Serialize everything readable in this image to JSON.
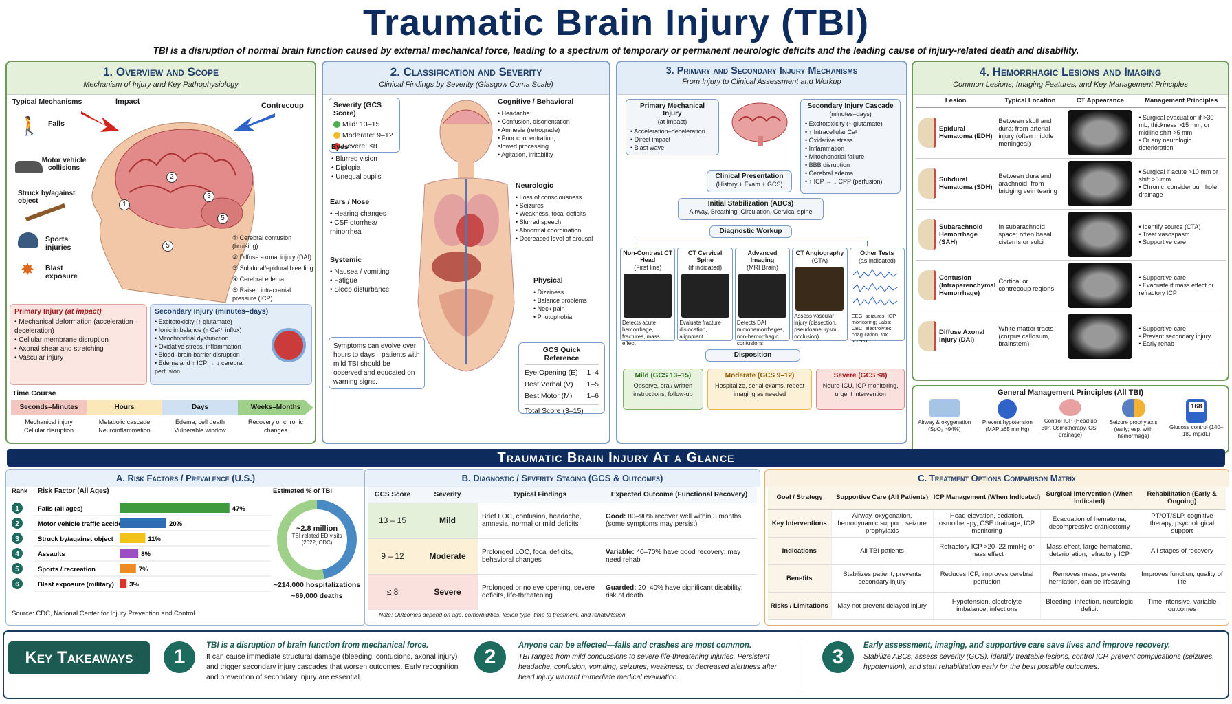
{
  "header": {
    "title": "Traumatic Brain Injury (TBI)",
    "subtitle": "TBI is a disruption of normal brain function caused by external mechanical force, leading to a spectrum of temporary or permanent neurologic deficits and the leading cause of injury-related death and disability."
  },
  "p1": {
    "title": "1. Overview and Scope",
    "subtitle": "Mechanism of Injury and Key Pathophysiology",
    "mech_title": "Typical Mechanisms",
    "impact": "Impact",
    "contrecoup": "Contrecoup",
    "mechanisms": [
      "Falls",
      "Motor vehicle collisions",
      "Struck by/against object",
      "Sports injuries",
      "Blast exposure"
    ],
    "lesions": [
      "Cerebral contusion (bruising)",
      "Diffuse axonal injury (DAI)",
      "Subdural/epidural bleeding",
      "Cerebral edema",
      "Raised intracranial pressure (ICP)"
    ],
    "primary_title": "Primary Injury",
    "primary_sub": "(at impact)",
    "primary_items": [
      "Mechanical deformation (acceleration–deceleration)",
      "Cellular membrane disruption",
      "Axonal shear and stretching",
      "Vascular injury"
    ],
    "secondary_title": "Secondary Injury (minutes–days)",
    "secondary_items": [
      "Excitotoxicity (↑ glutamate)",
      "Ionic imbalance (↑ Ca²⁺ influx)",
      "Mitochondrial dysfunction",
      "Oxidative stress, inflammation",
      "Blood–brain barrier disruption",
      "Edema and ↑ ICP → ↓ cerebral perfusion"
    ],
    "time_title": "Time Course",
    "time_cols": [
      {
        "h": "Seconds–Minutes",
        "l1": "Mechanical injury",
        "l2": "Cellular disruption"
      },
      {
        "h": "Hours",
        "l1": "Metabolic cascade",
        "l2": "Neuroinflammation"
      },
      {
        "h": "Days",
        "l1": "Edema, cell death",
        "l2": "Vulnerable window"
      },
      {
        "h": "Weeks–Months",
        "l1": "Recovery or chronic",
        "l2": "changes"
      }
    ]
  },
  "p2": {
    "title": "2. Classification and Severity",
    "subtitle": "Clinical Findings by Severity (Glasgow Coma Scale)",
    "sev_title": "Severity (GCS Score)",
    "sev": [
      {
        "label": "Mild: 13–15",
        "color": "#4caf50"
      },
      {
        "label": "Moderate: 9–12",
        "color": "#f5b82e"
      },
      {
        "label": "Severe: ≤8",
        "color": "#d9342b"
      }
    ],
    "eyes_title": "Eyes",
    "eyes": [
      "Blurred vision",
      "Diplopia",
      "Unequal pupils"
    ],
    "ears_title": "Ears / Nose",
    "ears": [
      "Hearing changes",
      "CSF otorrhea/ rhinorrhea"
    ],
    "systemic_title": "Systemic",
    "systemic": [
      "Nausea / vomiting",
      "Fatigue",
      "Sleep disturbance"
    ],
    "cog_title": "Cognitive / Behavioral",
    "cog": [
      "Headache",
      "Confusion, disorientation",
      "Amnesia (retrograde)",
      "Poor concentration, slowed processing",
      "Agitation, irritability"
    ],
    "neuro_title": "Neurologic",
    "neuro": [
      "Loss of consciousness",
      "Seizures",
      "Weakness, focal deficits",
      "Slurred speech",
      "Abnormal coordination",
      "Decreased level of arousal"
    ],
    "phys_title": "Physical",
    "phys": [
      "Dizziness",
      "Balance problems",
      "Neck pain",
      "Photophobia"
    ],
    "note": "Symptoms can evolve over hours to days—patients with mild TBI should be observed and educated on warning signs.",
    "gcs_title": "GCS Quick Reference",
    "gcs": [
      {
        "k": "Eye Opening (E)",
        "v": "1–4"
      },
      {
        "k": "Best Verbal (V)",
        "v": "1–5"
      },
      {
        "k": "Best Motor (M)",
        "v": "1–6"
      }
    ],
    "gcs_total": "Total Score (3–15)"
  },
  "p3": {
    "title": "3. Primary and Secondary Injury Mechanisms",
    "subtitle": "From Injury to Clinical Assessment and Workup",
    "prim_title": "Primary Mechanical Injury",
    "prim_sub": "(at impact)",
    "prim_items": [
      "Acceleration–deceleration",
      "Direct impact",
      "Blast wave"
    ],
    "sec_title": "Secondary Injury Cascade",
    "sec_sub": "(minutes–days)",
    "sec_items": [
      "Excitotoxicity (↑ glutamate)",
      "↑ Intracellular Ca²⁺",
      "Oxidative stress",
      "Inflammation",
      "Mitochondrial failure",
      "BBB disruption",
      "Cerebral edema",
      "↑ ICP → ↓ CPP (perfusion)"
    ],
    "clin": "Clinical Presentation",
    "clin_sub": "(History + Exam + GCS)",
    "stab": "Initial Stabilization (ABCs)",
    "stab_sub": "Airway, Breathing, Circulation, Cervical spine",
    "workup": "Diagnostic Workup",
    "tests": [
      {
        "t": "Non-Contrast CT Head",
        "s": "(First line)",
        "d": "Detects acute hemorrhage, fractures, mass effect"
      },
      {
        "t": "CT Cervical Spine",
        "s": "(if indicated)",
        "d": "Evaluate fracture dislocation, alignment"
      },
      {
        "t": "Advanced Imaging",
        "s": "(MRI Brain)",
        "d": "Detects DAI, microhemorrhages, non-hemorrhagic contusions"
      },
      {
        "t": "CT Angiography",
        "s": "(CTA)",
        "d": "Assess vascular injury (dissection, pseudoaneurysm, occlusion)"
      },
      {
        "t": "Other Tests",
        "s": "(as indicated)",
        "d": "EEG: seizures; ICP monitoring; Labs: CBC, electrolytes, coagulation, tox screen"
      }
    ],
    "dispo": "Disposition",
    "disp": [
      {
        "t": "Mild (GCS 13–15)",
        "d": "Observe, oral/ written instructions, follow-up"
      },
      {
        "t": "Moderate (GCS 9–12)",
        "d": "Hospitalize, serial exams, repeat imaging as needed"
      },
      {
        "t": "Severe (GCS ≤8)",
        "d": "Neuro-ICU, ICP monitoring, urgent intervention"
      }
    ]
  },
  "p4": {
    "title": "4. Hemorrhagic Lesions and Imaging",
    "subtitle": "Common Lesions, Imaging Features, and Key Management Principles",
    "cols": [
      "Lesion",
      "Typical Location",
      "CT Appearance",
      "Management Principles"
    ],
    "rows": [
      {
        "lesion": "Epidural Hematoma (EDH)",
        "loc": "Between skull and dura; from arterial injury (often middle meningeal)",
        "mgmt": [
          "Surgical evacuation if >30 mL, thickness >15 mm, or midline shift >5 mm",
          "Or any neurologic deterioration"
        ]
      },
      {
        "lesion": "Subdural Hematoma (SDH)",
        "loc": "Between dura and arachnoid; from bridging vein tearing",
        "mgmt": [
          "Surgical if acute >10 mm or shift >5 mm",
          "Chronic: consider burr hole drainage"
        ]
      },
      {
        "lesion": "Subarachnoid Hemorrhage (SAH)",
        "loc": "In subarachnoid space; often basal cisterns or sulci",
        "mgmt": [
          "Identify source (CTA)",
          "Treat vasospasm",
          "Supportive care"
        ]
      },
      {
        "lesion": "Contusion (Intraparenchymal Hemorrhage)",
        "loc": "Cortical or contrecoup regions",
        "mgmt": [
          "Supportive care",
          "Evacuate if mass effect or refractory ICP"
        ]
      },
      {
        "lesion": "Diffuse Axonal Injury (DAI)",
        "loc": "White matter tracts (corpus callosum, brainstem)",
        "mgmt": [
          "Supportive care",
          "Prevent secondary injury",
          "Early rehab"
        ]
      }
    ],
    "gm_title": "General Management Principles (All TBI)",
    "gm": [
      "Airway & oxygenation (SpO₂ >94%)",
      "Prevent hypotension (MAP ≥65 mmHg)",
      "Control ICP (Head up 30°, Osmotherapy, CSF drainage)",
      "Seizure prophylaxis (early; esp. with hemorrhage)",
      "Glucose control (140–180 mg/dL)"
    ],
    "glucose_display": "168"
  },
  "banner": "Traumatic Brain Injury At a Glance",
  "pa": {
    "title": "A. Risk Factors / Prevalence (U.S.)",
    "rank": "Rank",
    "rf": "Risk Factor (All Ages)",
    "est": "Estimated % of TBI",
    "source": "Source: CDC, National Center for Injury Prevention and Control.",
    "donut_big": "~2.8 million",
    "donut_small": "TBI-related ED visits (2022, CDC)",
    "hosp": "~214,000 hospitalizations",
    "deaths": "~69,000 deaths"
  },
  "chart_data": {
    "type": "bar",
    "categories": [
      "Falls (all ages)",
      "Motor vehicle traffic accidents",
      "Struck by/against object",
      "Assaults",
      "Sports / recreation",
      "Blast exposure (military)"
    ],
    "values": [
      47,
      20,
      11,
      8,
      7,
      3
    ],
    "labels": [
      "47%",
      "20%",
      "11%",
      "8%",
      "7%",
      "3%"
    ],
    "colors": [
      "#3f9a3f",
      "#2e6db3",
      "#f2c21b",
      "#9b4fc2",
      "#ef8b24",
      "#d9342b"
    ],
    "ranks": [
      "1",
      "2",
      "3",
      "4",
      "5",
      "6"
    ],
    "xlim": [
      0,
      50
    ]
  },
  "pb": {
    "title": "B. Diagnostic / Severity Staging (GCS & Outcomes)",
    "cols": [
      "GCS Score",
      "Severity",
      "Typical Findings",
      "Expected Outcome (Functional Recovery)"
    ],
    "rows": [
      {
        "gcs": "13 – 15",
        "sev": "Mild",
        "find": "Brief LOC, confusion, headache, amnesia, normal or mild deficits",
        "o1": "Good:",
        "o2": "80–90% recover well within 3 months (some symptoms may persist)"
      },
      {
        "gcs": "9 – 12",
        "sev": "Moderate",
        "find": "Prolonged LOC, focal deficits, behavioral changes",
        "o1": "Variable:",
        "o2": "40–70% have good recovery; may need rehab"
      },
      {
        "gcs": "≤ 8",
        "sev": "Severe",
        "find": "Prolonged or no eye opening, severe deficits, life-threatening",
        "o1": "Guarded:",
        "o2": "20–40% have significant disability; risk of death"
      }
    ],
    "note": "Note: Outcomes depend on age, comorbidities, lesion type, time to treatment, and rehabilitation."
  },
  "pc": {
    "title": "C. Treatment Options Comparison Matrix",
    "cols": [
      "Goal / Strategy",
      "Supportive Care (All Patients)",
      "ICP Management (When Indicated)",
      "Surgical Intervention (When Indicated)",
      "Rehabilitation (Early & Ongoing)"
    ],
    "rows": [
      {
        "h": "Key Interventions",
        "c": [
          "Airway, oxygenation, hemodynamic support, seizure prophylaxis",
          "Head elevation, sedation, osmotherapy, CSF drainage, ICP monitoring",
          "Evacuation of hematoma, decompressive craniectomy",
          "PT/OT/SLP, cognitive therapy, psychological support"
        ]
      },
      {
        "h": "Indications",
        "c": [
          "All TBI patients",
          "Refractory ICP >20–22 mmHg or mass effect",
          "Mass effect, large hematoma, deterioration, refractory ICP",
          "All stages of recovery"
        ]
      },
      {
        "h": "Benefits",
        "c": [
          "Stabilizes patient, prevents secondary injury",
          "Reduces ICP, improves cerebral perfusion",
          "Removes mass, prevents herniation, can be lifesaving",
          "Improves function, quality of life"
        ]
      },
      {
        "h": "Risks / Limitations",
        "c": [
          "May not prevent delayed injury",
          "Hypotension, electrolyte imbalance, infections",
          "Bleeding, infection, neurologic deficit",
          "Time-intensive, variable outcomes"
        ]
      }
    ]
  },
  "kt": {
    "title": "Key Takeaways",
    "items": [
      {
        "n": "1",
        "h": "TBI is a disruption of brain function from mechanical force.",
        "b": "It can cause immediate structural damage (bleeding, contusions, axonal injury) and trigger secondary injury cascades that worsen outcomes. Early recognition and prevention of secondary injury are essential."
      },
      {
        "n": "2",
        "h": "Anyone can be affected—falls and crashes are most common.",
        "b": "TBI ranges from mild concussions to severe life-threatening injuries. Persistent headache, confusion, vomiting, seizures, weakness, or decreased alertness after head injury warrant immediate medical evaluation."
      },
      {
        "n": "3",
        "h": "Early assessment, imaging, and supportive care save lives and improve recovery.",
        "b": "Stabilize ABCs, assess severity (GCS), identify treatable lesions, control ICP, prevent complications (seizures, hypotension), and start rehabilitation early for the best possible outcomes."
      }
    ]
  }
}
